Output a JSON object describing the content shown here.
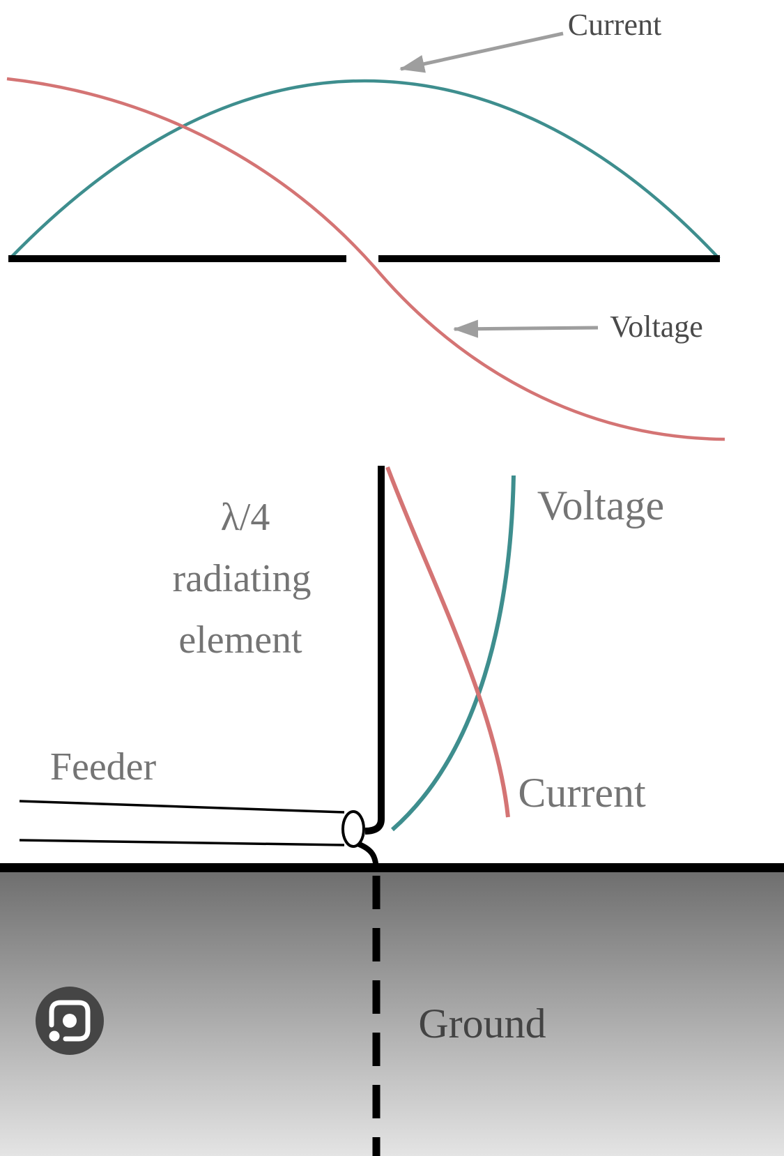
{
  "top_panel": {
    "current_label": "Current",
    "voltage_label": "Voltage"
  },
  "bottom_panel": {
    "element_label": {
      "line1": "λ/4",
      "line2": "radiating",
      "line3": "element"
    },
    "voltage_label": "Voltage",
    "current_label": "Current",
    "feeder_label": "Feeder",
    "ground_label": "Ground"
  },
  "colors": {
    "teal_curve": "#3e8e8e",
    "red_curve": "#d47474",
    "arrow_gray": "#9e9e9e",
    "conductor_black": "#000000",
    "ground_gradient_top": "#6e6e6e",
    "ground_gradient_bottom": "#e4e4e4",
    "lens_button_bg": "#454545",
    "lens_glyph": "#ffffff"
  },
  "icons": {
    "lens_button": "google-lens-icon"
  }
}
